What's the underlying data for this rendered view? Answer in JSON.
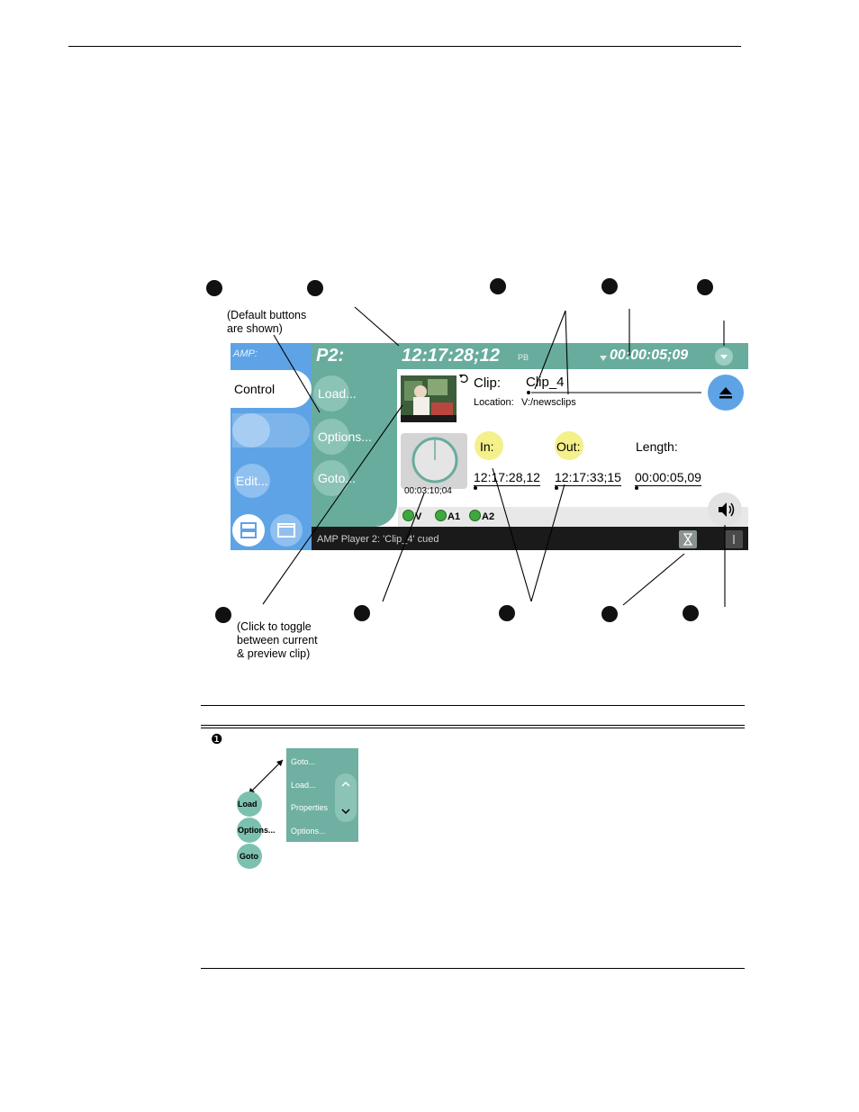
{
  "figure": {
    "note_default_buttons": [
      "(Default buttons",
      "are shown)"
    ],
    "note_toggle": [
      "(Click to toggle",
      "between current",
      "& preview clip)"
    ]
  },
  "app": {
    "amp_label": "AMP:",
    "tabs": {
      "control": "Control",
      "edit": "Edit..."
    },
    "channel": "P2:",
    "timecode": "12:17:28;12",
    "mode": "PB",
    "remaining": "00:00:05;09",
    "side_buttons": [
      "Load...",
      "Options...",
      "Goto..."
    ],
    "clip_label": "Clip:",
    "clip_name": "Clip_4",
    "location_label": "Location:",
    "location_value": "V:/newsclips",
    "in_label": "In:",
    "out_label": "Out:",
    "length_label": "Length:",
    "in_value": "12:17:28,12",
    "out_value": "12:17:33;15",
    "length_value": "00:00:05,09",
    "dial_time": "00:03:10;04",
    "tracks": [
      "V",
      "A1",
      "A2"
    ],
    "status_message": "AMP Player 2: 'Clip_4' cued"
  },
  "table": {
    "row_marker": "❶",
    "menu_items": [
      "Goto...",
      "Load...",
      "Properties",
      "Options..."
    ],
    "button_group": [
      "Load",
      "Options...",
      "Goto"
    ]
  },
  "colors": {
    "teal": "#68ac9d",
    "blue": "#5ea3e6",
    "yellow": "#f4f08a"
  }
}
